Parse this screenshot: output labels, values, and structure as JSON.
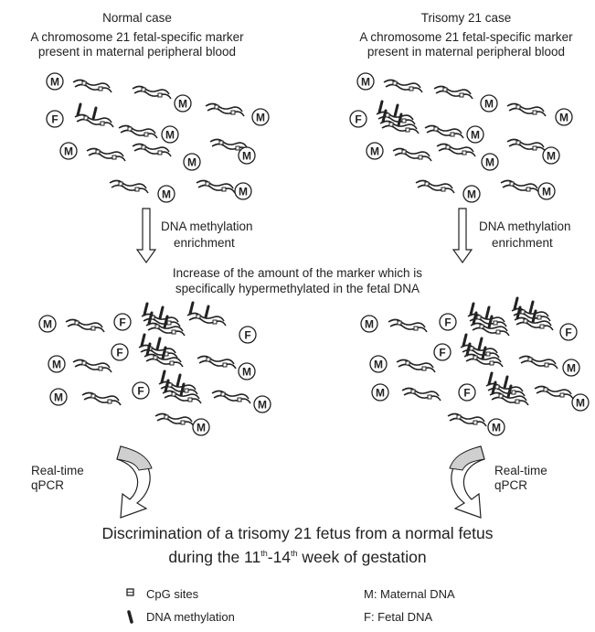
{
  "top_left": {
    "title": "Normal case",
    "desc_line1": "A chromosome 21 fetal-specific marker",
    "desc_line2": "present in maternal peripheral blood"
  },
  "top_right": {
    "title": "Trisomy 21 case",
    "desc_line1": "A chromosome 21 fetal-specific marker",
    "desc_line2": "present in maternal peripheral blood"
  },
  "step1": {
    "left_line1": "DNA methylation",
    "left_line2": "enrichment",
    "right_line1": "DNA methylation",
    "right_line2": "enrichment"
  },
  "middle": {
    "line1": "Increase of the amount of the marker which is",
    "line2": "specifically hypermethylated in the fetal DNA"
  },
  "step2": {
    "left_line1": "Real-time",
    "left_line2": "qPCR",
    "right_line1": "Real-time",
    "right_line2": "qPCR"
  },
  "conclusion": {
    "line1": "Discrimination of a trisomy 21 fetus from a normal fetus",
    "line2_pre": "during the 11",
    "sup1": "th",
    "dash": "-14",
    "sup2": "th",
    "line2_post": " week of gestation"
  },
  "legend": {
    "cpg": "CpG sites",
    "methylation": "DNA methylation",
    "maternal": "M: Maternal DNA",
    "fetal": "F: Fetal DNA"
  },
  "labels": {
    "maternal_letter": "M",
    "fetal_letter": "F"
  },
  "colors": {
    "ink": "#222222",
    "arrow_fill": "#cfcfcf"
  }
}
